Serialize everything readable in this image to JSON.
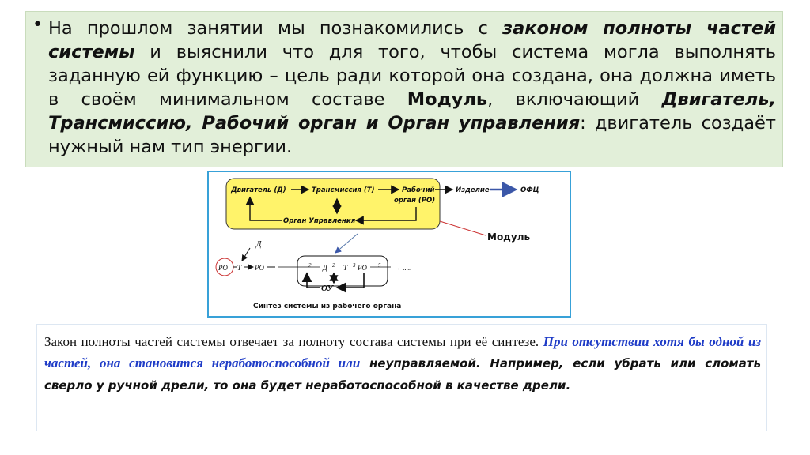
{
  "top": {
    "bullet": "•",
    "p1": "На прошлом занятии мы познакомились с ",
    "law": "законом полноты частей системы",
    "p2": " и выяснили что для того, чтобы система могла выполнять заданную ей функцию – цель ради которой она создана, она должна иметь в своём минимальном составе ",
    "module": "Модуль",
    "p3": ", включающий ",
    "parts": "Двигатель, Трансмиссию, Рабочий орган и Орган управления",
    "p4": ": двигатель создаёт нужный нам тип энергии."
  },
  "diagram": {
    "engine": "Двигатель (Д)",
    "transmission": "Трансмиссия (Т)",
    "work_organ_1": "Рабочий",
    "work_organ_2": "орган (РО)",
    "product": "Изделие",
    "ofc": "ОФЦ",
    "control": "Орган Управления",
    "module_label": "Модуль",
    "d_letter": "Д",
    "po1": "РО",
    "t1": "Т",
    "po2": "РО",
    "n1": "2",
    "d2": "Д",
    "n2": "2",
    "t2": "Т",
    "n3": "3",
    "po3": "РО",
    "n4": "5",
    "dots": "→ .....",
    "oy": "ОУ",
    "caption": "Синтез системы из рабочего органа"
  },
  "bottom": {
    "s1": "Закон полноты частей системы  отвечает за полноту состава системы при её синтезе. ",
    "s2": "При отсутствии хотя бы одной из частей, она становится неработоспособной или",
    "s3": " неуправляемой.  Например, если убрать или сломать сверло у ручной дрели, то она будет неработоспособной в качестве дрели."
  }
}
